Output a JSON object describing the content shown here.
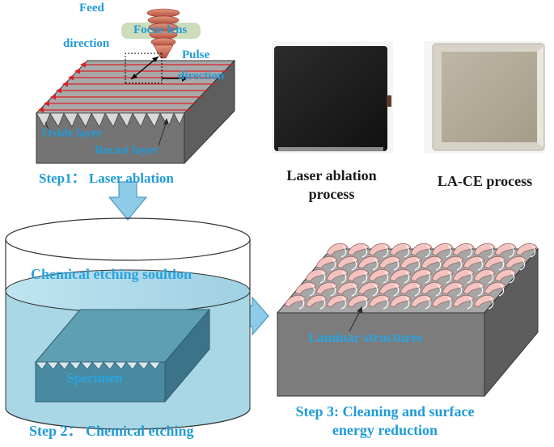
{
  "step1": {
    "title": "Step1： Laser ablation",
    "focus_lens": "Focus lens",
    "feed_direction_line1": "Feed",
    "feed_direction_line2": "direction",
    "pulse_direction_line1": "Pulse",
    "pulse_direction_line2": "direction",
    "oxide_layer": "Oxide layer",
    "recast_layer": "Recast layer"
  },
  "photos": {
    "left_caption_line1": "Laser ablation",
    "left_caption_line2": "process",
    "right_caption": "LA-CE process"
  },
  "step2": {
    "title": "Step 2： Chemical etching",
    "solution_label": "Chemical etching soultion",
    "specimen_label": "Specimen"
  },
  "step3": {
    "title_line1": "Step 3: Cleaning and surface",
    "title_line2": "energy reduction",
    "laminar_label": "Laminar structures"
  },
  "colors": {
    "label_blue": "#1f9bd8",
    "laser_red": "#d8232a",
    "block_top": "#a9a9a9",
    "block_front": "#747474",
    "arrow_blue": "#8ecbe9",
    "liquid": "#a9d7e6"
  }
}
